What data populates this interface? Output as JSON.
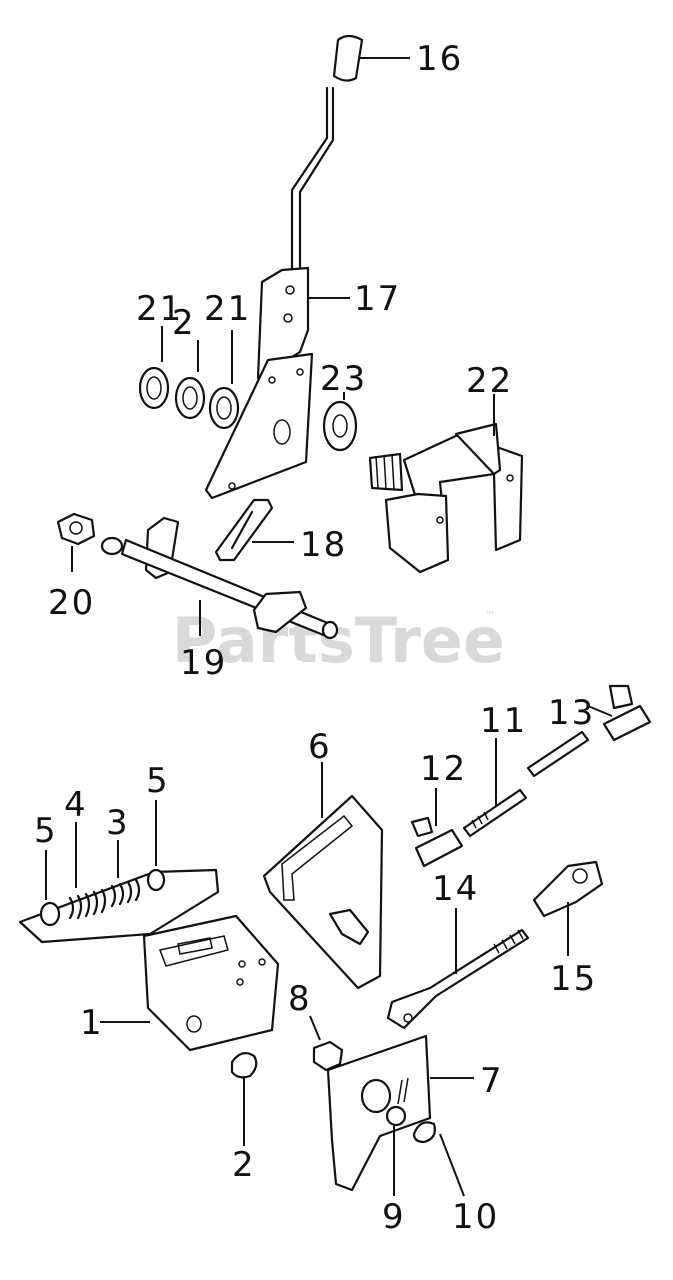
{
  "watermark": {
    "text": "PartsTree",
    "trademark": "™"
  },
  "callouts": {
    "c1": "1",
    "c2": "2",
    "c3": "3",
    "c4": "4",
    "c5a": "5",
    "c5b": "5",
    "c6": "6",
    "c7": "7",
    "c8": "8",
    "c9": "9",
    "c10": "10",
    "c11": "11",
    "c12": "12",
    "c13": "13",
    "c14": "14",
    "c15": "15",
    "c16": "16",
    "c17": "17",
    "c18": "18",
    "c19": "19",
    "c20": "20",
    "c21a": "21",
    "c21b": "21",
    "c22": "22",
    "c23": "23",
    "c2b": "2"
  },
  "colors": {
    "ink": "#111111",
    "paper": "#ffffff",
    "watermark": "#d9d9d9"
  }
}
